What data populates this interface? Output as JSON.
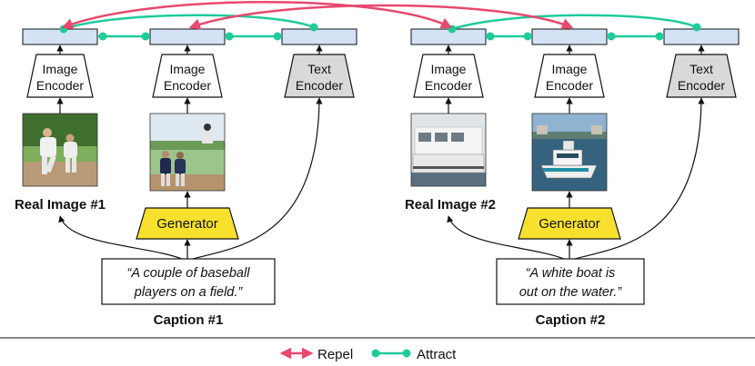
{
  "colors": {
    "repel": "#e8496e",
    "attract": "#1fcb9a",
    "embedding_fill": "#d3e2f4",
    "generator_fill": "#f8e12e",
    "text_encoder_fill": "#d9d9d9",
    "image_encoder_fill": "#ffffff",
    "stroke": "#111111"
  },
  "encoders": {
    "image_line1": "Image",
    "image_line2": "Encoder",
    "text_line1": "Text",
    "text_line2": "Encoder"
  },
  "generator_label": "Generator",
  "groups": [
    {
      "real_image_label": "Real Image #1",
      "caption_line1": "“A couple of baseball",
      "caption_line2": "players on a field.”",
      "caption_label": "Caption #1"
    },
    {
      "real_image_label": "Real Image #2",
      "caption_line1": "“A white boat is",
      "caption_line2": "out on the water.”",
      "caption_label": "Caption #2"
    }
  ],
  "legend": {
    "repel_label": "Repel",
    "attract_label": "Attract"
  }
}
